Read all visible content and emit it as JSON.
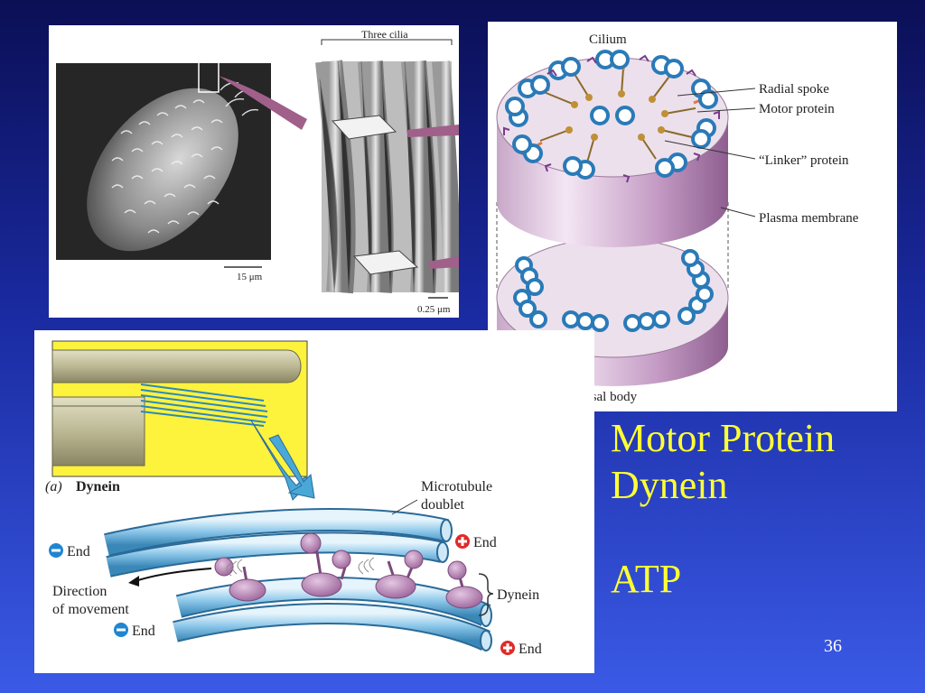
{
  "slide": {
    "title_line1": "Motor Protein",
    "title_line2": "Dynein",
    "atp": "ATP",
    "page_number": "36"
  },
  "micrograph": {
    "three_cilia_label": "Three cilia",
    "scale_left": "15 μm",
    "scale_right": "0.25 μm"
  },
  "cilium_diagram": {
    "title": "Cilium",
    "radial_spoke": "Radial spoke",
    "motor_protein": "Motor protein",
    "linker_protein": "“Linker” protein",
    "plasma_membrane": "Plasma membrane",
    "basal_body": "Basal body"
  },
  "dynein_diagram": {
    "panel_letter": "(a)",
    "panel_title": "Dynein",
    "microtubule_line1": "Microtubule",
    "microtubule_line2": "doublet",
    "minus_end_top": "End",
    "plus_end_top": "End",
    "direction_line1": "Direction",
    "direction_line2": "of movement",
    "minus_end_bottom": "End",
    "plus_end_bottom": "End",
    "dynein_label": "Dynein"
  },
  "colors": {
    "title_yellow": "#ffff33",
    "tubule_blue": "#8ec8ea",
    "dynein_purple": "#b07aae",
    "minus_marker": "#1f86d1",
    "plus_marker": "#e02a2a"
  }
}
